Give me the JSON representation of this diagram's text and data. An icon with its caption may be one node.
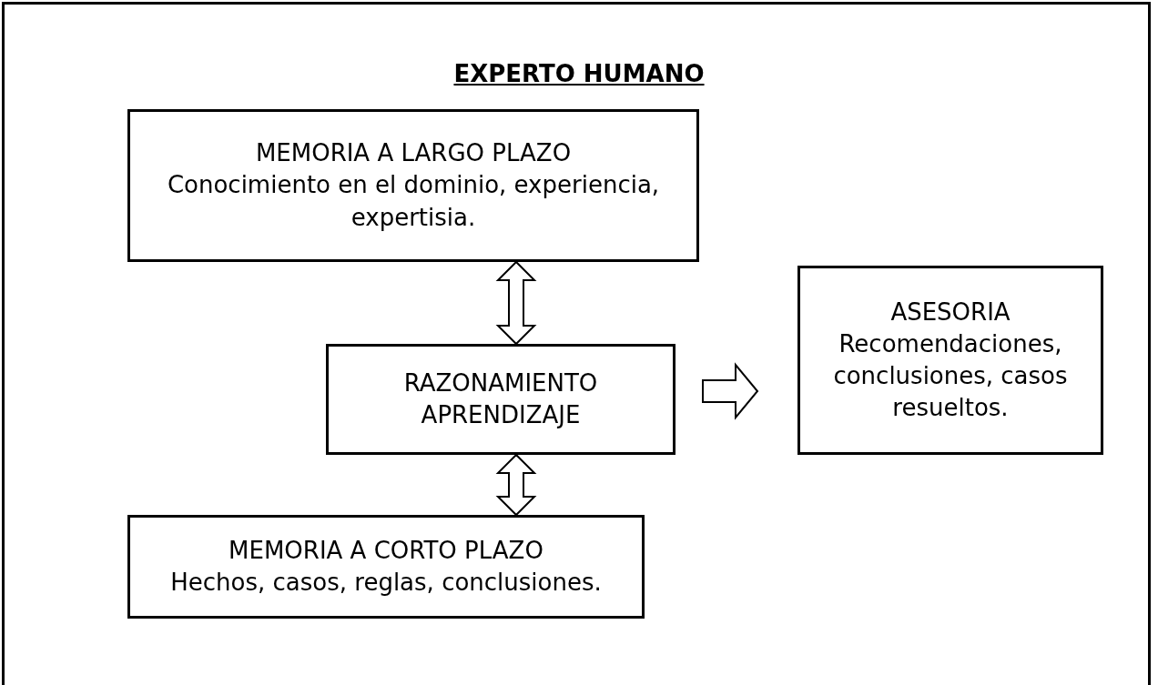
{
  "diagram": {
    "title": "EXPERTO HUMANO",
    "nodes": [
      {
        "text": [
          "MEMORIA A LARGO PLAZO",
          "Conocimiento en el dominio, experiencia, expertisia."
        ]
      },
      {
        "text": [
          "RAZONAMIENTO",
          "APRENDIZAJE"
        ]
      },
      {
        "text": [
          "ASESORIA",
          "Recomendaciones, conclusiones, casos resueltos."
        ]
      },
      {
        "text": [
          "MEMORIA A CORTO PLAZO",
          "Hechos, casos, reglas, conclusiones."
        ]
      }
    ],
    "edges": [
      {
        "from": 0,
        "to": 1,
        "arrow": "both"
      },
      {
        "from": 1,
        "to": 3,
        "arrow": "both"
      },
      {
        "from": 1,
        "to": 2,
        "arrow": "to"
      }
    ]
  }
}
